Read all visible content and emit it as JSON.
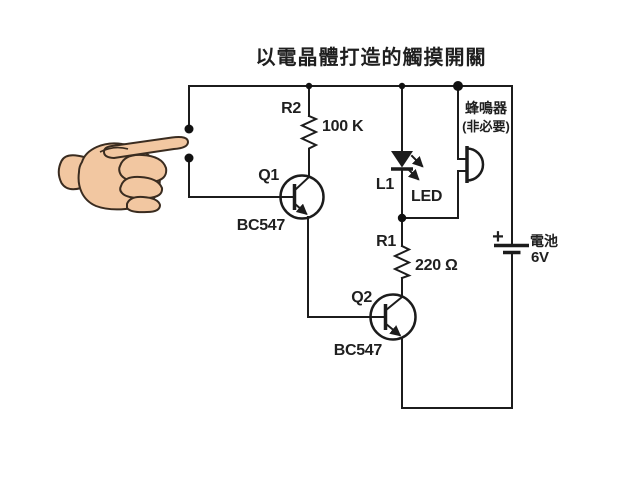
{
  "title": "以電晶體打造的觸摸開關",
  "components": {
    "r2": {
      "ref": "R2",
      "value": "100 K"
    },
    "r1": {
      "ref": "R1",
      "value": "220 Ω"
    },
    "q1": {
      "ref": "Q1",
      "part": "BC547"
    },
    "q2": {
      "ref": "Q2",
      "part": "BC547"
    },
    "led": {
      "ref": "L1",
      "label": "LED"
    },
    "buzzer": {
      "name": "蜂鳴器",
      "note": "(非必要)"
    },
    "battery": {
      "name": "電池",
      "voltage": "6V",
      "polarity": "+"
    }
  },
  "colors": {
    "wire": "#1c1c1c",
    "text": "#1f1f1f",
    "background": "#ffffff",
    "hand_skin": "#f2c7a1",
    "hand_outline": "#3a2c20"
  }
}
